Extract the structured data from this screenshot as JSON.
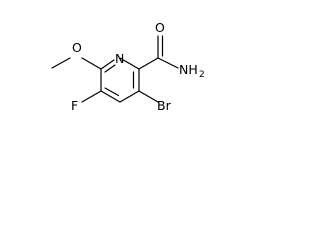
{
  "labels": {
    "nitrogen": "N",
    "amide_oxygen": "O",
    "amide_nitrogen": "NH",
    "amide_nitrogen_sub": "2",
    "ether_oxygen": "O",
    "fluorine": "F",
    "bromine": "Br"
  },
  "colors": {
    "bond": "#000000",
    "text": "#000000"
  }
}
